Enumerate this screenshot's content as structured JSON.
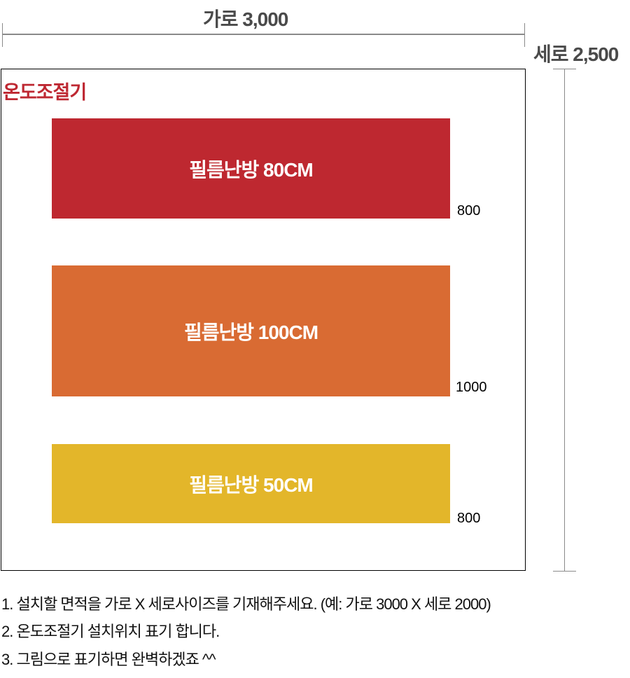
{
  "dimensions": {
    "width_label": "가로 3,000",
    "height_label": "세로 2,500"
  },
  "panel": {
    "title": "온도조절기",
    "heaters": [
      {
        "label": "필름난방 80CM",
        "size": "800",
        "color": "#be2830"
      },
      {
        "label": "필름난방 100CM",
        "size": "1000",
        "color": "#d96b33"
      },
      {
        "label": "필름난방 50CM",
        "size": "800",
        "color": "#e3b62a"
      }
    ]
  },
  "notes": [
    "1. 설치할 면적을 가로 X 세로사이즈를 기재해주세요. (예: 가로 3000 X 세로 2000)",
    "2. 온도조절기 설치위치 표기 합니다.",
    "3. 그림으로 표기하면 완벽하겠죠 ^^"
  ]
}
